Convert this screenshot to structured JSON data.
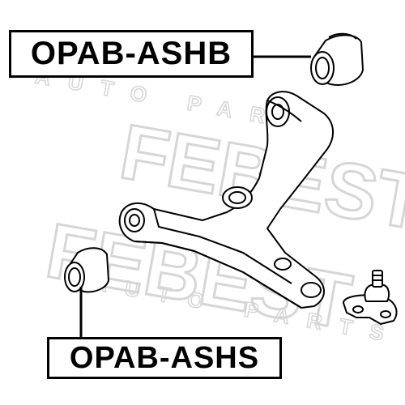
{
  "labels": {
    "top": "OPAB-ASHB",
    "bottom": "OPAB-ASHS"
  },
  "watermark": {
    "brand": "FEBEST",
    "tagline": "AUTO PARTS",
    "color": "#d9d9d9"
  },
  "colors": {
    "line": "#000000",
    "background": "#ffffff"
  }
}
